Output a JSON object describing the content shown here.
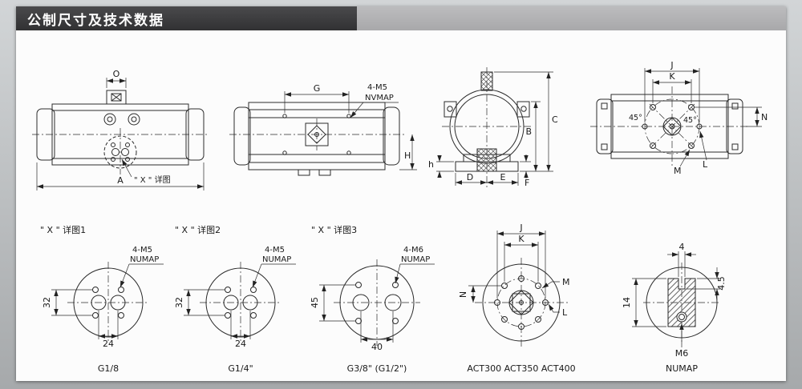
{
  "header": {
    "title": "公制尺寸及技术数据"
  },
  "front_view": {
    "dim_o": "O",
    "dim_a": "A",
    "detail_ref": "\" X \" 详图"
  },
  "side_view": {
    "dim_g": "G",
    "thread": "4-M5",
    "thread_name": "NVMAP",
    "dim_h": "H"
  },
  "end_view": {
    "dim_b": "B",
    "dim_c": "C",
    "dim_d": "D",
    "dim_e": "E",
    "dim_f": "F",
    "dim_h_small": "h"
  },
  "top_view": {
    "dim_j": "J",
    "dim_k": "K",
    "dim_n": "N",
    "dim_m": "M",
    "dim_l": "L",
    "angle1": "45°",
    "angle2": "45°"
  },
  "detail1": {
    "title": "\" X \" 详图1",
    "thread": "4-M5",
    "thread_name": "NUMAP",
    "dim_v": "32",
    "dim_h": "24",
    "caption": "G1/8"
  },
  "detail2": {
    "title": "\" X \" 详图2",
    "thread": "4-M5",
    "thread_name": "NUMAP",
    "dim_v": "32",
    "dim_h": "24",
    "caption": "G1/4\""
  },
  "detail3": {
    "title": "\" X \" 详图3",
    "thread": "4-M6",
    "thread_name": "NUMAP",
    "dim_v": "45",
    "dim_h": "40",
    "caption": "G3/8\" (G1/2\")"
  },
  "flange_view": {
    "dim_j": "J",
    "dim_k": "K",
    "dim_n": "N",
    "dim_m": "M",
    "dim_l": "L",
    "caption": "ACT300 ACT350 ACT400"
  },
  "shaft_view": {
    "dim_top": "4",
    "dim_right": "4.5",
    "dim_left": "14",
    "thread": "M6",
    "caption": "NUMAP"
  }
}
